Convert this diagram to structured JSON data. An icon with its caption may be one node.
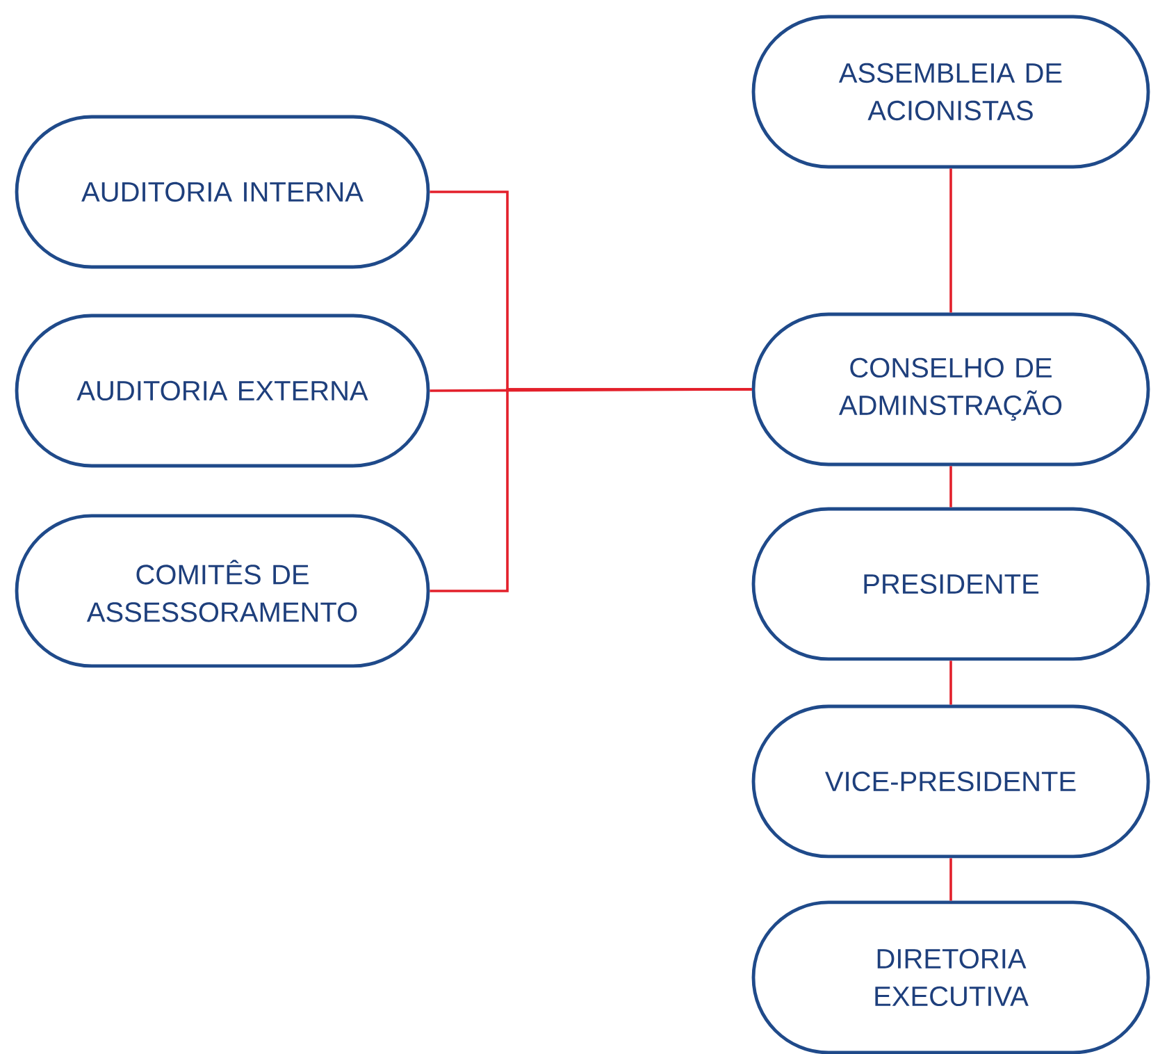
{
  "diagram": {
    "nodes": [
      {
        "text": [
          "AUDITORIA INTERNA"
        ]
      },
      {
        "text": [
          "AUDITORIA EXTERNA"
        ]
      },
      {
        "text": [
          "COMITÊS DE ASSESSORAMENTO"
        ]
      },
      {
        "text": [
          "ASSEMBLEIA DE ACIONISTAS"
        ]
      },
      {
        "text": [
          "CONSELHO DE ADMINSTRAÇÃO"
        ]
      },
      {
        "text": [
          "PRESIDENTE"
        ]
      },
      {
        "text": [
          "VICE-PRESIDENTE"
        ]
      },
      {
        "text": [
          "DIRETORIA EXECUTIVA"
        ]
      }
    ],
    "edges": [
      {
        "from": 0,
        "to": 4,
        "arrow": "none"
      },
      {
        "from": 1,
        "to": 4,
        "arrow": "none"
      },
      {
        "from": 2,
        "to": 4,
        "arrow": "none"
      },
      {
        "from": 3,
        "to": 4,
        "arrow": "none"
      },
      {
        "from": 4,
        "to": 5,
        "arrow": "none"
      },
      {
        "from": 5,
        "to": 6,
        "arrow": "none"
      },
      {
        "from": 6,
        "to": 7,
        "arrow": "none"
      }
    ]
  }
}
